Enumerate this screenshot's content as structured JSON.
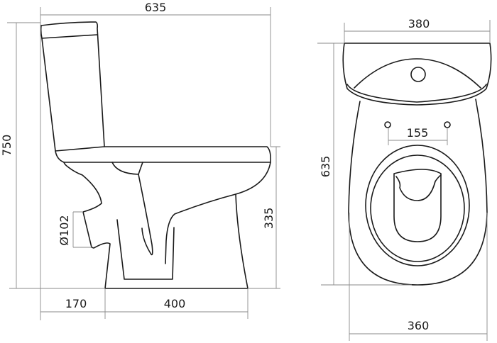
{
  "title": "Toilet dimensional drawing",
  "side_view": {
    "overall_length": "635",
    "overall_height": "750",
    "seat_height": "335",
    "outlet_diameter": "Ø102",
    "rear_offset": "170",
    "base_length": "400"
  },
  "top_view": {
    "tank_width": "380",
    "depth": "635",
    "fixing_hole_spacing": "155",
    "bowl_width": "360"
  }
}
